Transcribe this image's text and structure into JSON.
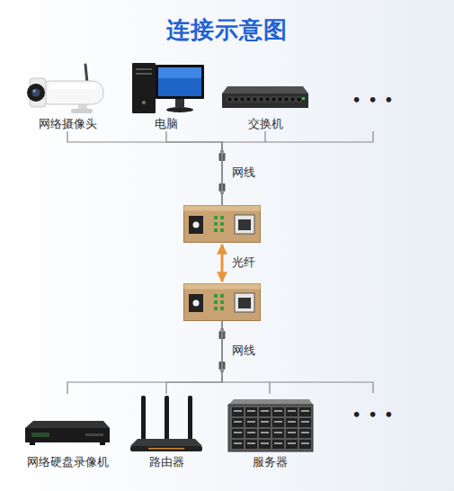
{
  "diagram": {
    "title": "连接示意图",
    "nodes": [
      {
        "text": [
          "网络摄像头"
        ]
      },
      {
        "text": [
          "电脑"
        ]
      },
      {
        "text": [
          "交换机"
        ]
      },
      {
        "text": []
      },
      {
        "text": []
      },
      {
        "text": [
          "网络硬盘录像机"
        ]
      },
      {
        "text": [
          "路由器"
        ]
      },
      {
        "text": [
          "服务器"
        ]
      }
    ],
    "edges": [
      {
        "from": 0,
        "to": 3,
        "arrow": "none"
      },
      {
        "from": 1,
        "to": 3,
        "arrow": "none"
      },
      {
        "from": 2,
        "to": 3,
        "arrow": "none"
      },
      {
        "from": 3,
        "to": 4,
        "label": "光纤",
        "arrow": "both"
      },
      {
        "from": 4,
        "to": 5,
        "arrow": "none"
      },
      {
        "from": 4,
        "to": 6,
        "arrow": "none"
      },
      {
        "from": 4,
        "to": 7,
        "arrow": "none"
      }
    ],
    "labels": [
      "• • •",
      "网线",
      "网线",
      "• • •"
    ]
  }
}
